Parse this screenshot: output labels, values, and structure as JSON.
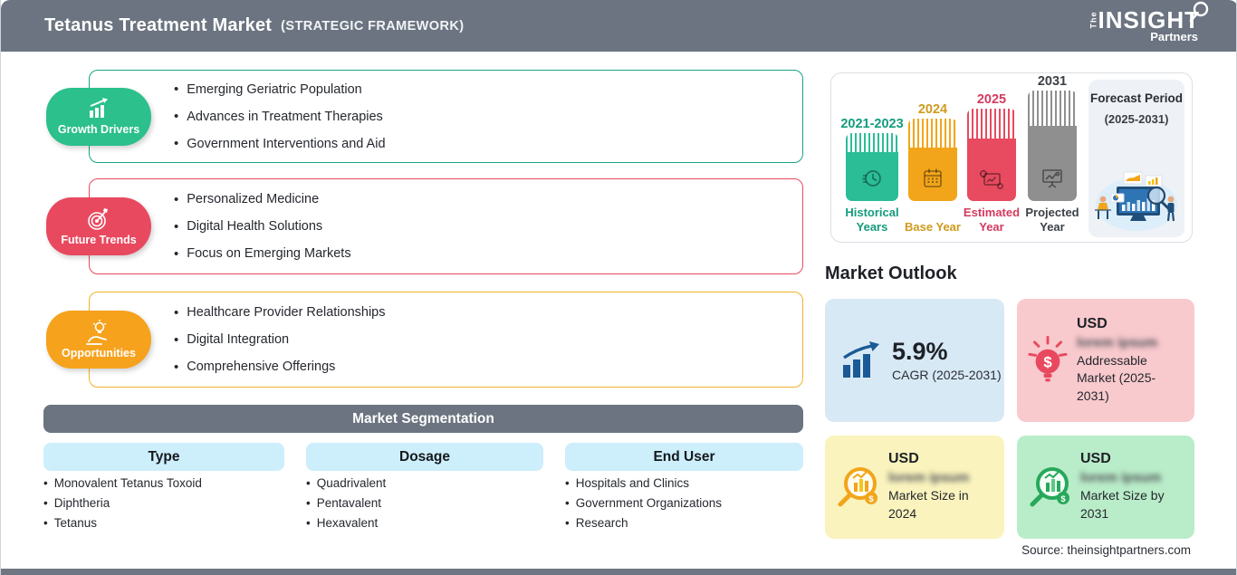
{
  "header": {
    "title": "Tetanus Treatment Market",
    "subtitle": "(STRATEGIC FRAMEWORK)",
    "logo": {
      "the": "The",
      "insight": "INSIGHT",
      "partners": "Partners"
    }
  },
  "framework": [
    {
      "label": "Growth Drivers",
      "icon": "bar-chart-growth-icon",
      "color": "#2bc08c",
      "items": [
        "Emerging Geriatric Population",
        "Advances in Treatment Therapies",
        "Government Interventions and Aid"
      ]
    },
    {
      "label": "Future Trends",
      "icon": "target-arrow-icon",
      "color": "#e8495f",
      "items": [
        "Personalized Medicine",
        "Digital Health Solutions",
        "Focus on Emerging Markets"
      ]
    },
    {
      "label": "Opportunities",
      "icon": "hand-bulb-icon",
      "color": "#f6a21d",
      "items": [
        "Healthcare Provider Relationships",
        "Digital Integration",
        "Comprehensive Offerings"
      ]
    }
  ],
  "segmentation": {
    "title": "Market Segmentation",
    "columns": [
      {
        "header": "Type",
        "items": [
          "Monovalent Tetanus Toxoid",
          "Diphtheria",
          "Tetanus"
        ]
      },
      {
        "header": "Dosage",
        "items": [
          "Quadrivalent",
          "Pentavalent",
          "Hexavalent"
        ]
      },
      {
        "header": "End User",
        "items": [
          "Hospitals and Clinics",
          "Government Organizations",
          "Research"
        ]
      }
    ]
  },
  "timeline": {
    "bars": [
      {
        "year": "2021-2023",
        "label": "Historical Years",
        "icon": "history-clock-icon",
        "color": "#2abd96"
      },
      {
        "year": "2024",
        "label": "Base Year",
        "icon": "calendar-icon",
        "color": "#f2a51a"
      },
      {
        "year": "2025",
        "label": "Estimated Year",
        "icon": "analytics-gear-icon",
        "color": "#e84a5f"
      },
      {
        "year": "2031",
        "label": "Projected Year",
        "icon": "presentation-screen-icon",
        "color": "#8f8f8f"
      }
    ],
    "forecast": {
      "title": "Forecast Period",
      "range": "(2025-2031)",
      "icon": "analysts-illustration"
    }
  },
  "outlook": {
    "title": "Market Outlook",
    "cards": [
      {
        "value": "5.9%",
        "label": "CAGR (2025-2031)",
        "icon": "growth-bars-arrow-icon",
        "bg": "#d8e9f6"
      },
      {
        "heading": "USD",
        "blurred": "lorem ipsum",
        "label": "Addressable Market (2025-2031)",
        "icon": "bulb-dollar-icon",
        "bg": "#f8c9cd"
      },
      {
        "heading": "USD",
        "blurred": "lorem ipsum",
        "label": "Market Size in 2024",
        "icon": "magnifier-chart-icon",
        "bg": "#faf3bd"
      },
      {
        "heading": "USD",
        "blurred": "lorem ipsum",
        "label": "Market Size by 2031",
        "icon": "magnifier-chart-icon",
        "bg": "#b9ecc8"
      }
    ]
  },
  "source": "Source: theinsightpartners.com",
  "colors": {
    "header_grey": "#6b7480",
    "accent_green": "#2bc08c",
    "accent_red": "#e8495f",
    "accent_orange": "#f6a21d",
    "column_header_blue": "#cdeefb",
    "cagr_icon_blue": "#1b5a96"
  }
}
